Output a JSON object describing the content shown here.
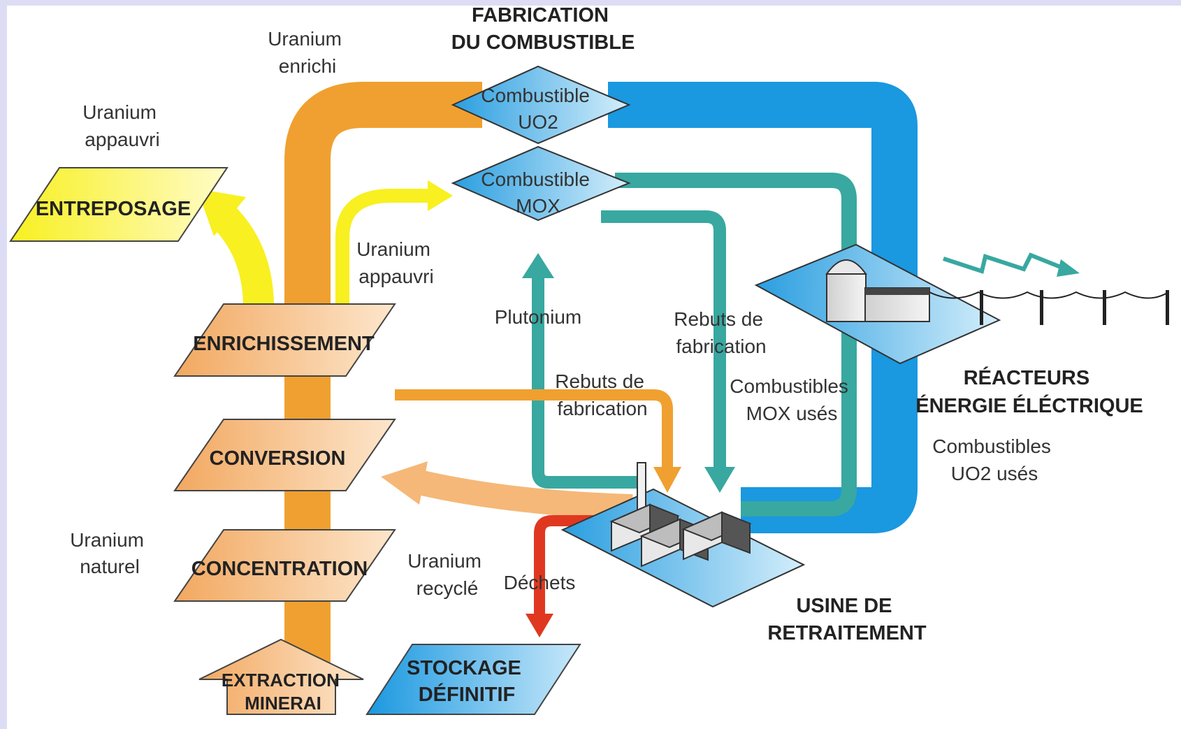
{
  "fabrication": {
    "line1": "FABRICATION",
    "line2": "DU COMBUSTIBLE"
  },
  "uo2": {
    "line1": "Combustible",
    "line2": "UO2"
  },
  "mox": {
    "line1": "Combustible",
    "line2": "MOX"
  },
  "uranium_enrichi": {
    "line1": "Uranium",
    "line2": "enrichi"
  },
  "uranium_appauvri_top": {
    "line1": "Uranium",
    "line2": "appauvri"
  },
  "uranium_appauvri_mid": {
    "line1": "Uranium",
    "line2": "appauvri"
  },
  "entreposage": "ENTREPOSAGE",
  "enrichissement": "ENRICHISSEMENT",
  "conversion": "CONVERSION",
  "concentration": "CONCENTRATION",
  "extraction": {
    "line1": "EXTRACTION",
    "line2": "MINERAI"
  },
  "uranium_naturel": {
    "line1": "Uranium",
    "line2": "naturel"
  },
  "uranium_recycle": {
    "line1": "Uranium",
    "line2": "recyclé"
  },
  "dechets": "Déchets",
  "stockage": {
    "line1": "STOCKAGE",
    "line2": "DÉFINITIF"
  },
  "plutonium": "Plutonium",
  "rebuts_fab_1": {
    "line1": "Rebuts de",
    "line2": "fabrication"
  },
  "rebuts_fab_2": {
    "line1": "Rebuts de",
    "line2": "fabrication"
  },
  "combustibles_mox_uses": {
    "line1": "Combustibles",
    "line2": "MOX usés"
  },
  "reacteurs": {
    "line1": "RÉACTEURS",
    "line2": "ÉNERGIE ÉLÉCTRIQUE"
  },
  "combustibles_uo2_uses": {
    "line1": "Combustibles",
    "line2": "UO2 usés"
  },
  "usine": {
    "line1": "USINE DE",
    "line2": "RETRAITEMENT"
  },
  "colors": {
    "orange": "#f0a030",
    "light_orange": "#f5b878",
    "yellow": "#f8f020",
    "blue": "#1a98e0",
    "teal": "#38a8a0",
    "red": "#e03820",
    "background": "#dcdcf5"
  }
}
